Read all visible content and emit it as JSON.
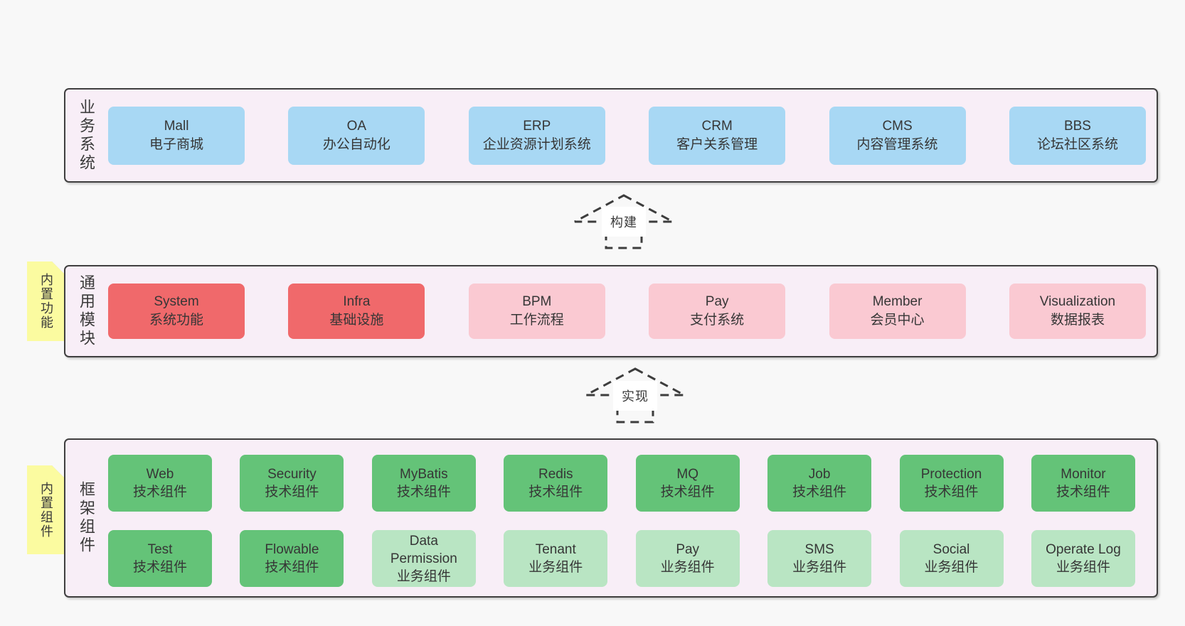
{
  "colors": {
    "page_bg": "#f8f8f8",
    "layer_bg": "#f8eef7",
    "layer_border": "#3f3f3f",
    "blue_box": "#a8d8f4",
    "red_box": "#f0696b",
    "pink_box": "#fac9d2",
    "green_dark_box": "#64c378",
    "green_light_box": "#b9e5c3",
    "sticky_yellow": "#fbfba0",
    "text": "#363636"
  },
  "layers": [
    {
      "label": "业务系统",
      "boxes": [
        {
          "name": "Mall",
          "desc": "电子商城",
          "type": "blue"
        },
        {
          "name": "OA",
          "desc": "办公自动化",
          "type": "blue"
        },
        {
          "name": "ERP",
          "desc": "企业资源计划系统",
          "type": "blue"
        },
        {
          "name": "CRM",
          "desc": "客户关系管理",
          "type": "blue"
        },
        {
          "name": "CMS",
          "desc": "内容管理系统",
          "type": "blue"
        },
        {
          "name": "BBS",
          "desc": "论坛社区系统",
          "type": "blue"
        }
      ]
    },
    {
      "label": "通用模块",
      "sticky": "内置功能",
      "boxes": [
        {
          "name": "System",
          "desc": "系统功能",
          "type": "red"
        },
        {
          "name": "Infra",
          "desc": "基础设施",
          "type": "red"
        },
        {
          "name": "BPM",
          "desc": "工作流程",
          "type": "pink"
        },
        {
          "name": "Pay",
          "desc": "支付系统",
          "type": "pink"
        },
        {
          "name": "Member",
          "desc": "会员中心",
          "type": "pink"
        },
        {
          "name": "Visualization",
          "desc": "数据报表",
          "type": "pink"
        }
      ]
    },
    {
      "label": "框架组件",
      "sticky": "内置组件",
      "rows": [
        [
          {
            "name": "Web",
            "desc": "技术组件",
            "type": "green-dark"
          },
          {
            "name": "Security",
            "desc": "技术组件",
            "type": "green-dark"
          },
          {
            "name": "MyBatis",
            "desc": "技术组件",
            "type": "green-dark"
          },
          {
            "name": "Redis",
            "desc": "技术组件",
            "type": "green-dark"
          },
          {
            "name": "MQ",
            "desc": "技术组件",
            "type": "green-dark"
          },
          {
            "name": "Job",
            "desc": "技术组件",
            "type": "green-dark"
          },
          {
            "name": "Protection",
            "desc": "技术组件",
            "type": "green-dark"
          },
          {
            "name": "Monitor",
            "desc": "技术组件",
            "type": "green-dark"
          }
        ],
        [
          {
            "name": "Test",
            "desc": "技术组件",
            "type": "green-dark"
          },
          {
            "name": "Flowable",
            "desc": "技术组件",
            "type": "green-dark"
          },
          {
            "name": "Data Permission",
            "desc": "业务组件",
            "type": "green-light"
          },
          {
            "name": "Tenant",
            "desc": "业务组件",
            "type": "green-light"
          },
          {
            "name": "Pay",
            "desc": "业务组件",
            "type": "green-light"
          },
          {
            "name": "SMS",
            "desc": "业务组件",
            "type": "green-light"
          },
          {
            "name": "Social",
            "desc": "业务组件",
            "type": "green-light"
          },
          {
            "name": "Operate Log",
            "desc": "业务组件",
            "type": "green-light"
          }
        ]
      ]
    }
  ],
  "arrows": [
    {
      "label": "构建"
    },
    {
      "label": "实现"
    }
  ]
}
